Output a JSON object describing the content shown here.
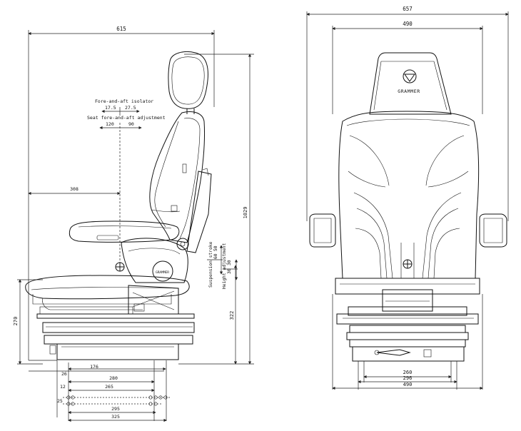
{
  "side_view": {
    "dims": {
      "overall_width": "615",
      "isolator_title": "Fore-and-aft isolator",
      "isolator_left": "17.5",
      "isolator_right": "27.5",
      "adjust_title": "Seat fore-and-aft adjustment",
      "adjust_left": "120",
      "adjust_right": "90",
      "backrest_offset": "308",
      "overall_height": "1029",
      "base_height": "270",
      "seat_height": "322",
      "suspension_label": "Suspension stroke",
      "suspension_value": "60",
      "suspension_half": "50",
      "height_label": "Height adjustment",
      "height_value": "30",
      "height_half": "30",
      "offset_26": "26",
      "depth_176": "176",
      "mount_280": "280",
      "offset_12": "12",
      "mount_265": "265",
      "offset_25": "25",
      "mount_295": "295",
      "mount_325": "325"
    }
  },
  "front_view": {
    "brand": "GRAMMER",
    "dims": {
      "overall_width": "657",
      "backrest_width": "490",
      "base_260": "260",
      "base_296": "296",
      "base_490": "490"
    }
  }
}
